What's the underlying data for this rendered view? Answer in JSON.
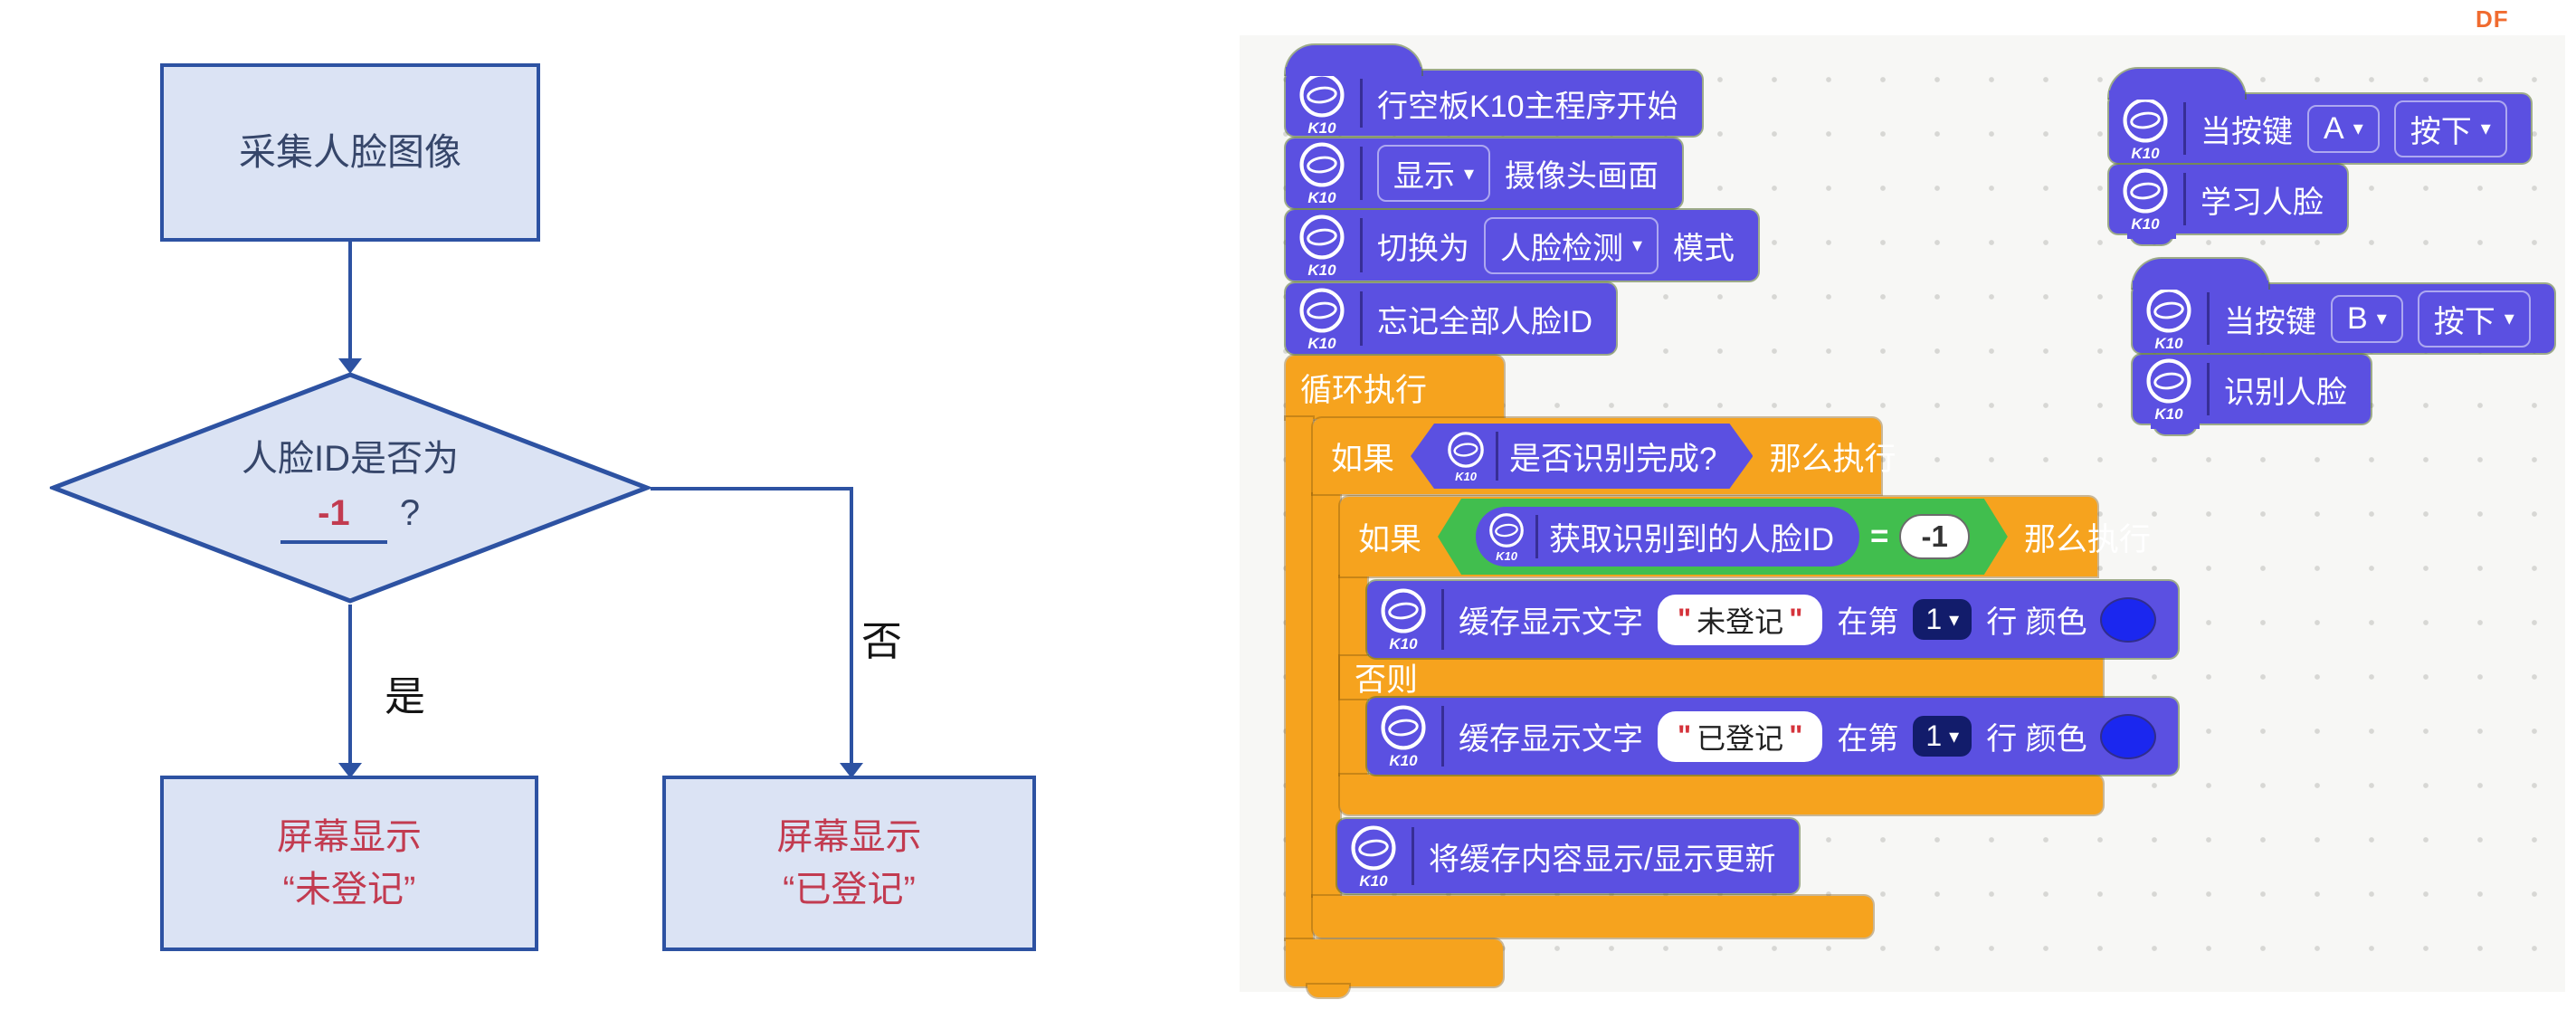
{
  "logo": {
    "text": "DF"
  },
  "flowchart": {
    "start_box": "采集人脸图像",
    "decision_line1": "人脸ID是否为",
    "decision_value": "-1",
    "decision_suffix": "?",
    "yes_label": "是",
    "no_label": "否",
    "result_unreg_line1": "屏幕显示",
    "result_unreg_line2": "“未登记”",
    "result_reg_line1": "屏幕显示",
    "result_reg_line2": "“已登记”",
    "colors": {
      "box_fill": "#DBE3F4",
      "box_border": "#2D52A2",
      "text_blue": "#36466A",
      "text_red": "#C23B50"
    }
  },
  "blocks": {
    "k10_label": "K10",
    "caret": "▾",
    "colors": {
      "purple": "#5B50E1",
      "orange": "#F6A31E",
      "green": "#41BE4E",
      "navy": "#121C6B",
      "swatch_blue": "#1B27EF"
    },
    "main_stack": {
      "hat": "行空板K10主程序开始",
      "show_dd": "显示",
      "camera_suffix": "摄像头画面",
      "switch_prefix": "切换为",
      "mode_dd": "人脸检测",
      "mode_suffix": "模式",
      "forget": "忘记全部人脸ID",
      "loop": "循环执行",
      "if": "如果",
      "then": "那么执行",
      "else": "否则",
      "cond_done": "是否识别完成?",
      "reporter_face_id": "获取识别到的人脸ID",
      "equals": "=",
      "neg_one": "-1",
      "cache_prefix": "缓存显示文字",
      "quote": "\"",
      "text_unreg": "未登记",
      "text_reg": "已登记",
      "at_line": "在第",
      "line_no": "1",
      "line_color_suffix": "行 颜色",
      "update": "将缓存内容显示/显示更新"
    },
    "key_a": {
      "when": "当按键",
      "key": "A",
      "press": "按下",
      "action": "学习人脸"
    },
    "key_b": {
      "when": "当按键",
      "key": "B",
      "press": "按下",
      "action": "识别人脸"
    }
  }
}
